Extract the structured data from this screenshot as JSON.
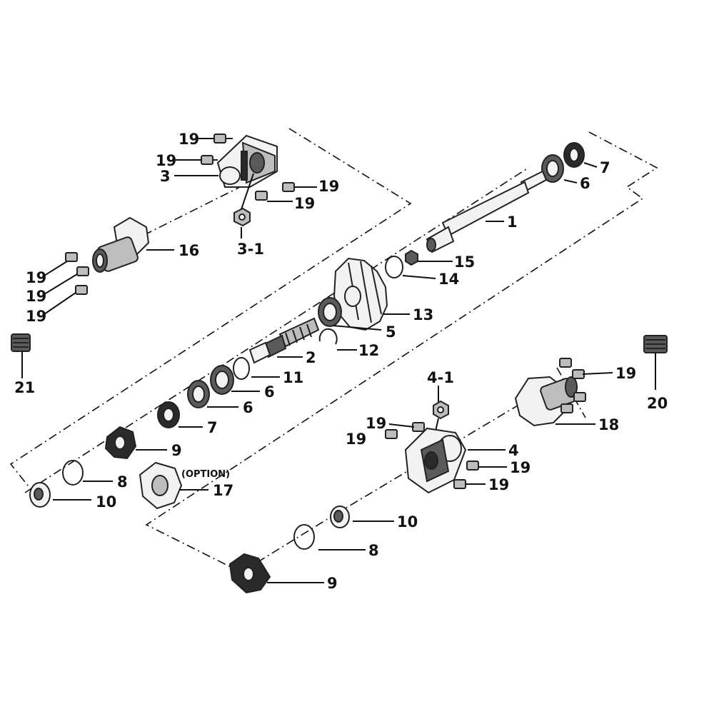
{
  "labels": {
    "l19_a": "19",
    "l19_b": "19",
    "l3": "3",
    "l19_c": "19",
    "l19_d": "19",
    "l3_1": "3-1",
    "l16": "16",
    "l19_e": "19",
    "l19_f": "19",
    "l19_g": "19",
    "l21": "21",
    "l7_top": "7",
    "l6_top": "6",
    "l1": "1",
    "l15": "15",
    "l14": "14",
    "l13": "13",
    "l5": "5",
    "l12": "12",
    "l2": "2",
    "l11": "11",
    "l6_a": "6",
    "l6_b": "6",
    "l7": "7",
    "l9_a": "9",
    "l8_a": "8",
    "l10_a": "10",
    "l_option": "(OPTION)",
    "l17": "17",
    "l4_1": "4-1",
    "l19_h": "19",
    "l19_i": "19",
    "l4": "4",
    "l19_j": "19",
    "l19_k": "19",
    "l19_l": "19",
    "l18": "18",
    "l20": "20",
    "l10_b": "10",
    "l8_b": "8",
    "l9_b": "9"
  }
}
